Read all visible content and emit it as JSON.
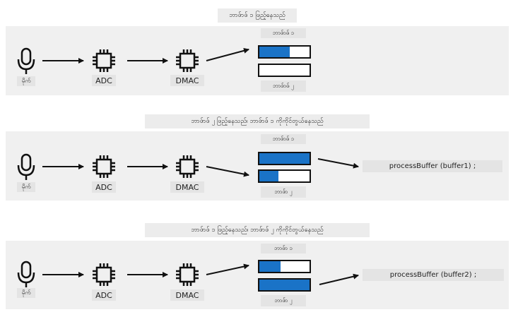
{
  "colors": {
    "buffer_fill": "#1a73c7",
    "panel": "#f0f0f0",
    "label_bg": "#e4e4e4"
  },
  "stages": [
    {
      "title": "ဘာဖ်ာဖ် ၁ ဖြည့်နေသည်",
      "mic_label": "မိုက်",
      "adc_label": "ADC",
      "dmac_label": "DMAC",
      "buffer_top_label": "ဘာဖ်ာဖ် ၁",
      "buffer_bottom_label": "ဘာဖ်ာဖ် ၂",
      "buffer1_fill": 0.6,
      "buffer2_fill": 0.0,
      "process_label": ""
    },
    {
      "title": "ဘာဖ်ာဖ် ၂ ဖြည့်နေသည်၊ ဘာဖ်ာဖ် ၁ ကိုကိုင်တွယ်နေသည်",
      "mic_label": "မိုက်",
      "adc_label": "ADC",
      "dmac_label": "DMAC",
      "buffer_top_label": "ဘာဖ်ာဖ် ၁",
      "buffer_bottom_label": "ဘာဖ်ာ ၂",
      "buffer1_fill": 1.0,
      "buffer2_fill": 0.38,
      "process_label": "processBuffer (buffer1) ;"
    },
    {
      "title": "ဘာဖ်ာဖ် ၁ ဖြည့်နေသည်၊ ဘာဖ်ာဖ် ၂ ကိုကိုင်တွယ်နေသည်",
      "mic_label": "မိုက်",
      "adc_label": "ADC",
      "dmac_label": "DMAC",
      "buffer_top_label": "ဘာဖ်ာ ၁",
      "buffer_bottom_label": "ဘာဖ်ာ ၂",
      "buffer1_fill": 0.42,
      "buffer2_fill": 1.0,
      "process_label": "processBuffer (buffer2) ;"
    }
  ]
}
